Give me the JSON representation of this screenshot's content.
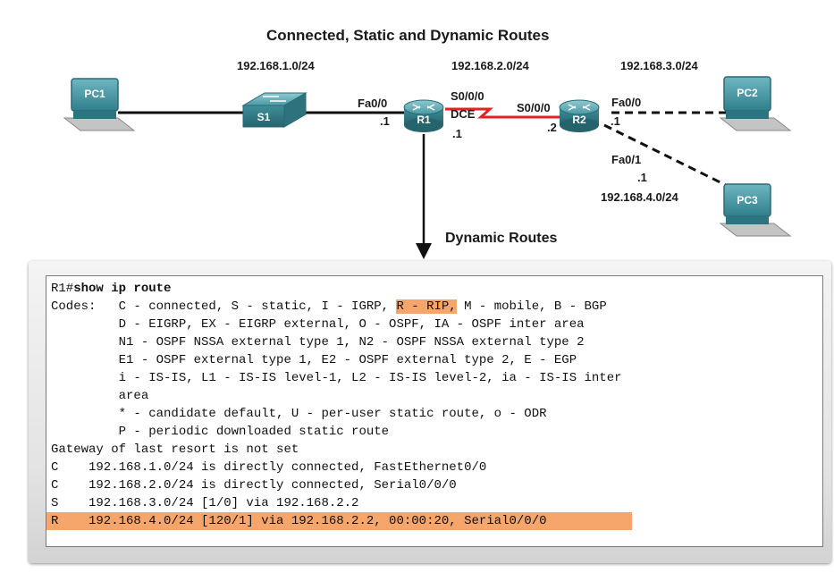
{
  "title": "Connected, Static and Dynamic Routes",
  "networks": {
    "net1": "192.168.1.0/24",
    "net2": "192.168.2.0/24",
    "net3": "192.168.3.0/24",
    "net4": "192.168.4.0/24"
  },
  "devices": {
    "pc1": "PC1",
    "pc2": "PC2",
    "pc3": "PC3",
    "s1": "S1",
    "r1": "R1",
    "r2": "R2"
  },
  "ports": {
    "r1_fa00": "Fa0/0",
    "r1_fa00_addr": ".1",
    "r1_s000": "S0/0/0",
    "r1_dce": "DCE",
    "r1_s000_addr": ".1",
    "r2_s000": "S0/0/0",
    "r2_s000_addr": ".2",
    "r2_fa00": "Fa0/0",
    "r2_fa00_addr": ".1",
    "r2_fa01": "Fa0/1",
    "r2_fa01_addr": ".1"
  },
  "dynamic_routes_label": "Dynamic Routes",
  "colors": {
    "highlight": "#f6a66a",
    "serial_link": "#e52222",
    "device_teal": "#3a8f9a"
  },
  "terminal": {
    "prompt": "R1#",
    "command": "show ip route",
    "codes_1a": "Codes:   C - connected, S - static, I - IGRP, ",
    "codes_1_rip": "R - RIP,",
    "codes_1b": " M - mobile, B - BGP",
    "codes_2": "         D - EIGRP, EX - EIGRP external, O - OSPF, IA - OSPF inter area",
    "codes_3": "         N1 - OSPF NSSA external type 1, N2 - OSPF NSSA external type 2",
    "codes_4": "         E1 - OSPF external type 1, E2 - OSPF external type 2, E - EGP",
    "codes_5": "         i - IS-IS, L1 - IS-IS level-1, L2 - IS-IS level-2, ia - IS-IS inter",
    "codes_6": "         area",
    "codes_7": "         * - candidate default, U - per-user static route, o - ODR",
    "codes_8": "         P - periodic downloaded static route",
    "gateway": "Gateway of last resort is not set",
    "routes": [
      "C    192.168.1.0/24 is directly connected, FastEthernet0/0",
      "C    192.168.2.0/24 is directly connected, Serial0/0/0",
      "S    192.168.3.0/24 [1/0] via 192.168.2.2",
      "R    192.168.4.0/24 [120/1] via 192.168.2.2, 00:00:20, Serial0/0/0"
    ]
  }
}
